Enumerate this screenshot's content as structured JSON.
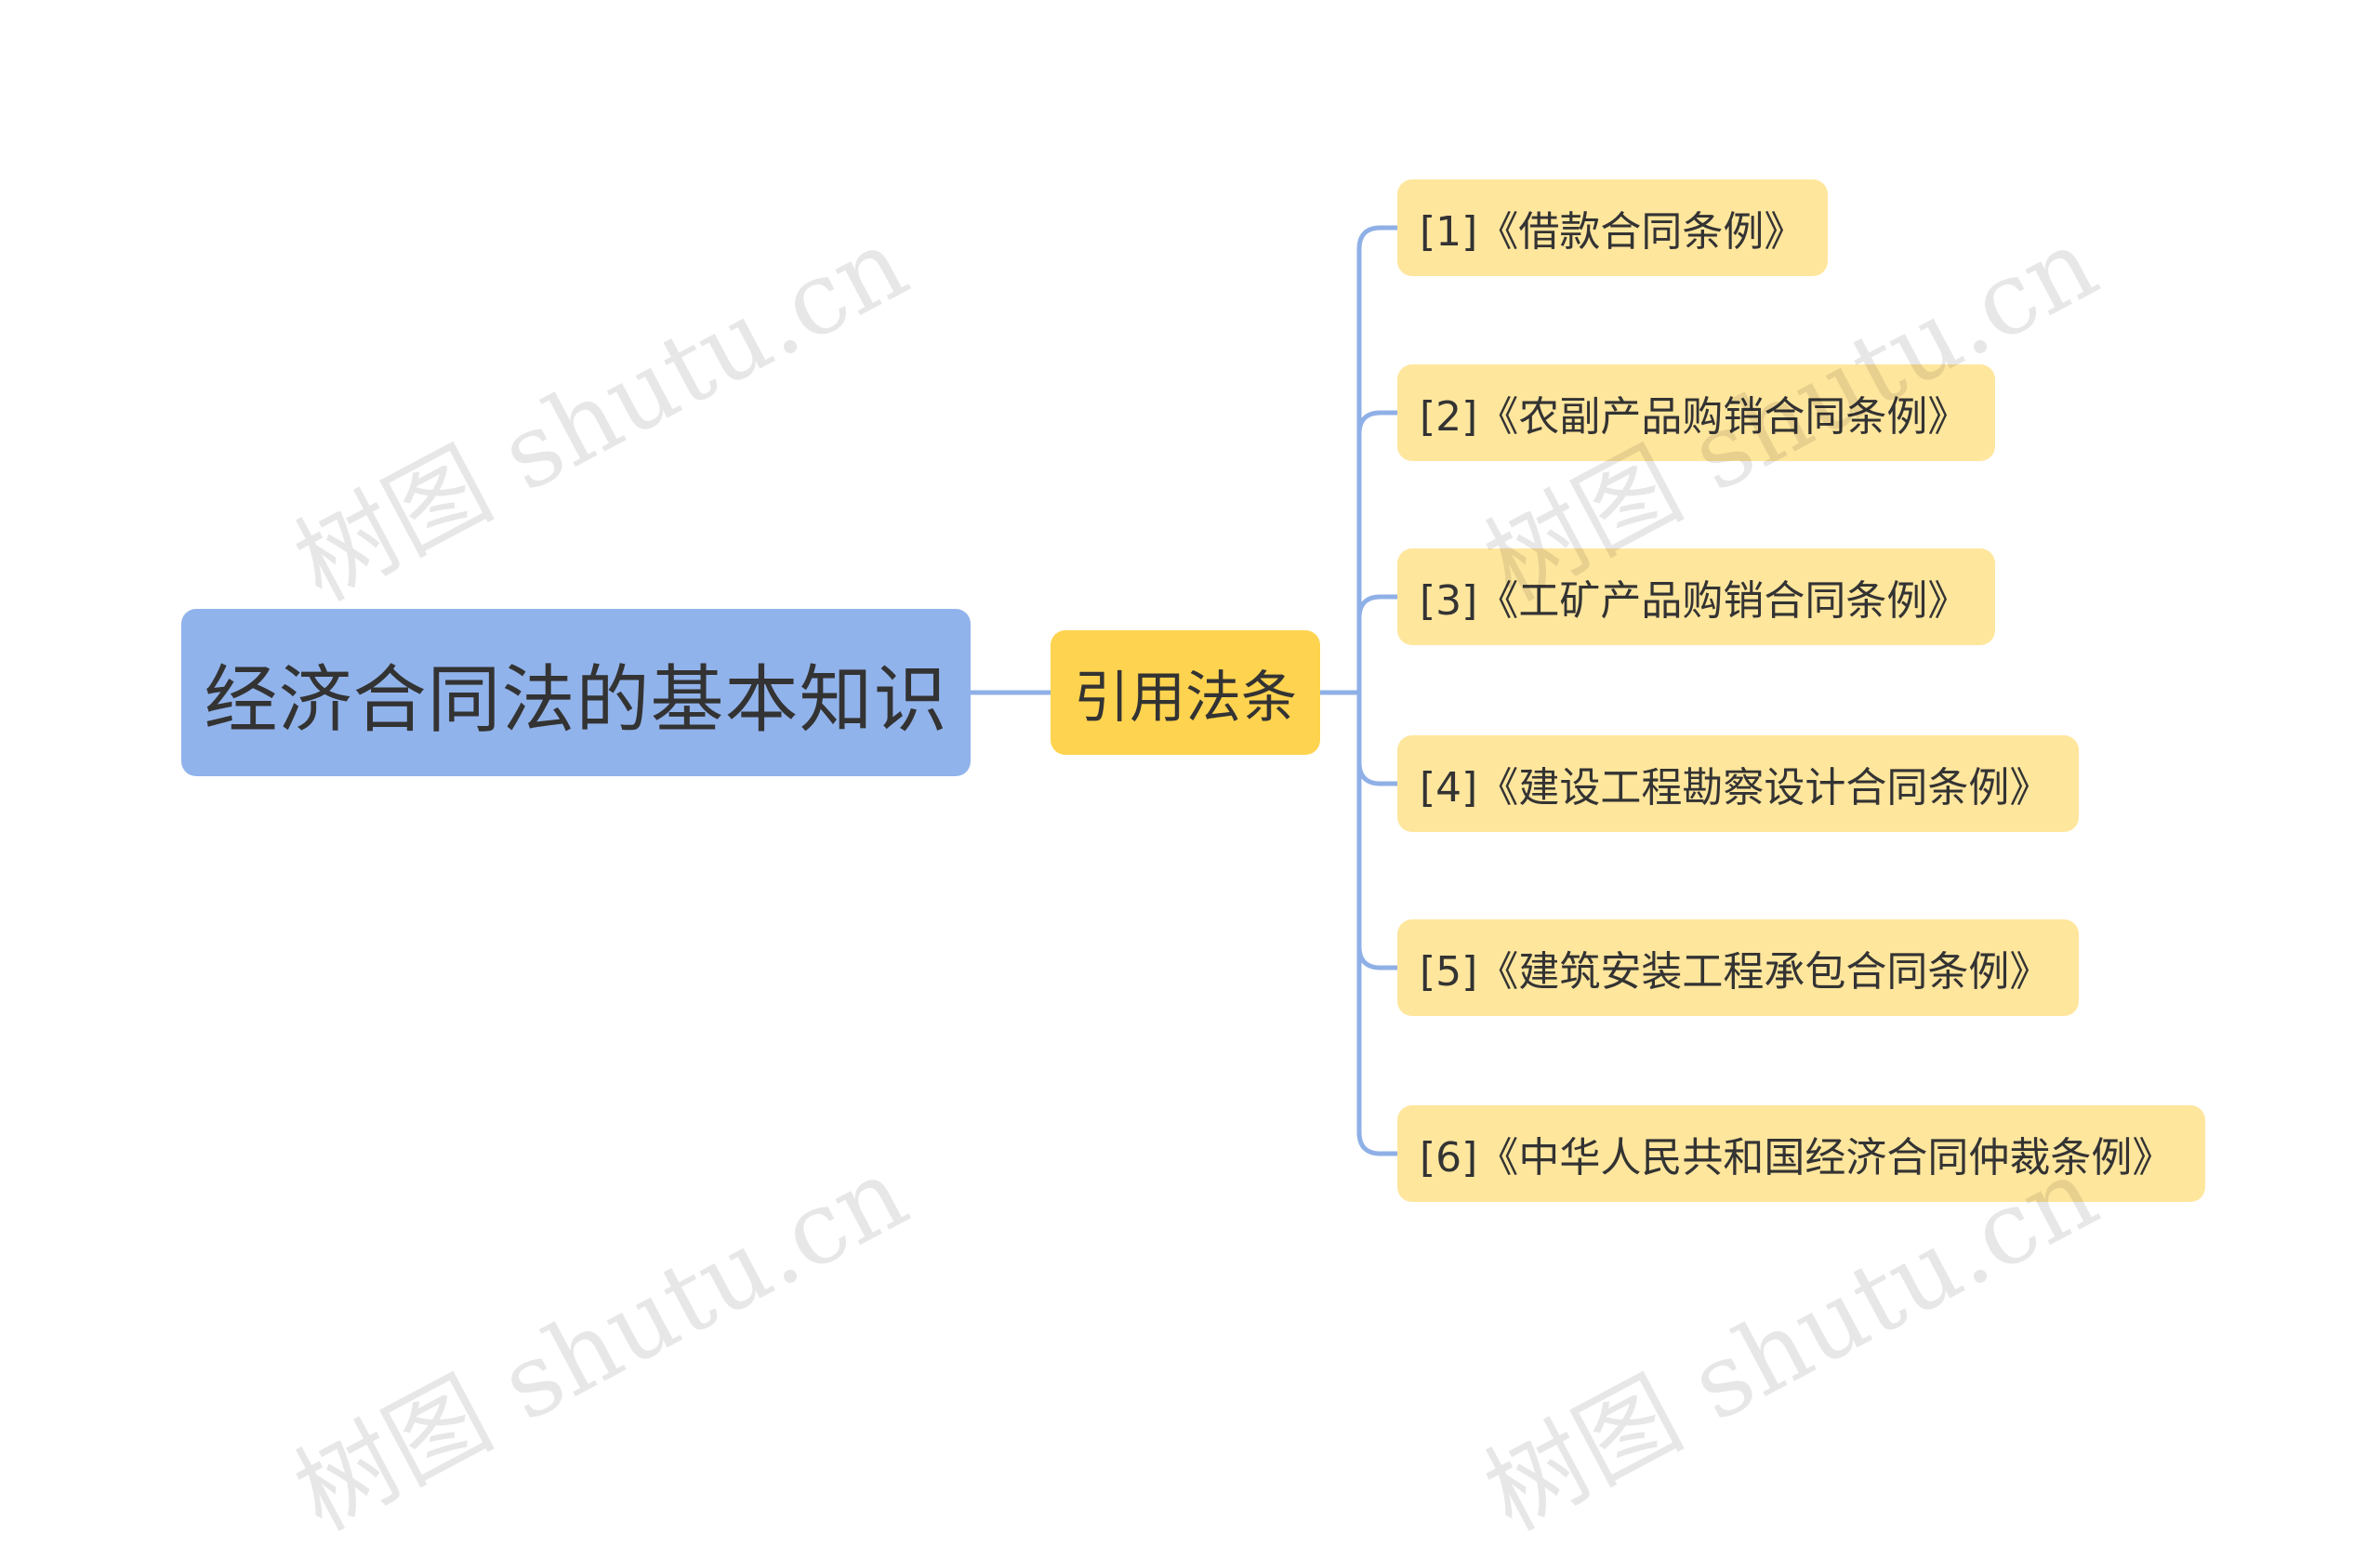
{
  "colors": {
    "root_fill": "#91b3eb",
    "mid_fill": "#fed34f",
    "leaf_fill": "#ffe69d",
    "connector": "#8fb0e6",
    "text": "#333333"
  },
  "root": {
    "label": "经济合同法的基本知识"
  },
  "branch": {
    "label": "引用法条"
  },
  "leaves": [
    {
      "label": "[1]《借款合同条例》"
    },
    {
      "label": "[2]《农副产品购销合同条例》"
    },
    {
      "label": "[3]《工矿产品购销合同条例》"
    },
    {
      "label": "[4]《建设工程勘察设计合同条例》"
    },
    {
      "label": "[5]《建筑安装工程承包合同条例》"
    },
    {
      "label": "[6]《中华人民共和国经济合同仲裁条例》"
    }
  ],
  "watermark": {
    "text": "树图 shutu.cn"
  }
}
